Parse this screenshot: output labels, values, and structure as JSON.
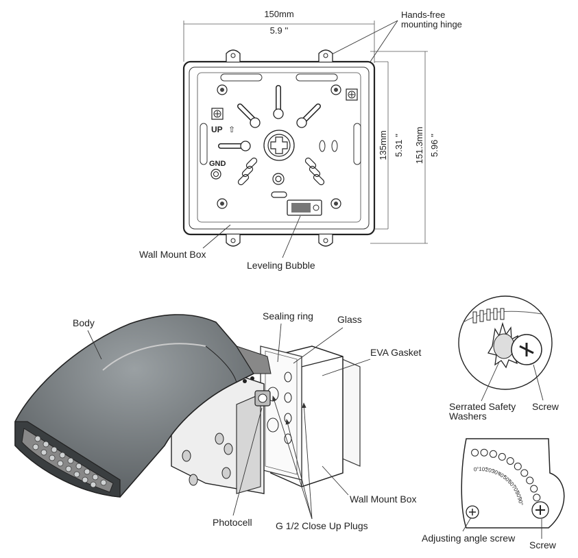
{
  "top_view": {
    "width_mm": "150mm",
    "width_in": "5.9 ''",
    "hinge_label_line1": "Hands-free",
    "hinge_label_line2": "mounting hinge",
    "inner_height_mm": "135mm",
    "inner_height_in": "5.31 ''",
    "outer_height_mm": "151.3mm",
    "outer_height_in": "5.96 ''",
    "up_label": "UP",
    "gnd_label": "GND",
    "wall_mount_box_label": "Wall Mount Box",
    "leveling_bubble_label": "Leveling Bubble"
  },
  "exploded_view": {
    "body_label": "Body",
    "sealing_ring_label": "Sealing ring",
    "glass_label": "Glass",
    "eva_gasket_label": "EVA Gasket",
    "wall_mount_box_label": "Wall Mount Box",
    "photocell_label": "Photocell",
    "plugs_label": "G 1/2 Close Up Plugs"
  },
  "washer_detail": {
    "washers_line1": "Serrated Safety",
    "washers_line2": "Washers",
    "screw_label": "Screw"
  },
  "angle_plate": {
    "angle_marks": [
      "0°",
      "10°",
      "20°",
      "30°",
      "40°",
      "50°",
      "60°",
      "70°",
      "80°",
      "90°"
    ],
    "adjusting_screw_label": "Adjusting angle screw",
    "screw_label": "Screw"
  }
}
